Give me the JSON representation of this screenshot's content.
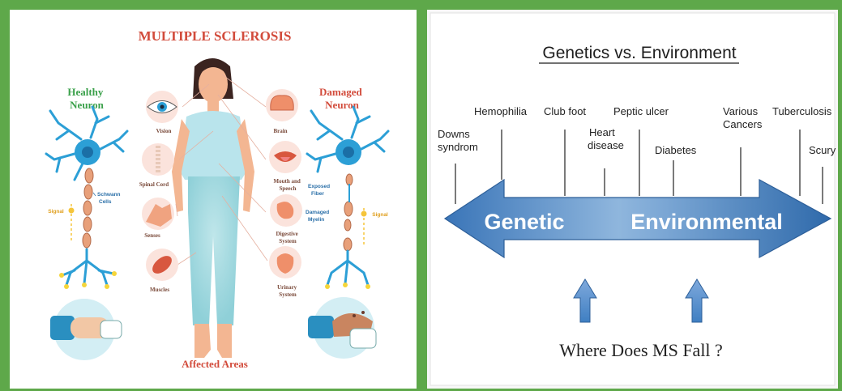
{
  "left": {
    "title": "MULTIPLE SCLEROSIS",
    "healthy_label": [
      "Healthy",
      "Neuron"
    ],
    "damaged_label": [
      "Damaged",
      "Neuron"
    ],
    "schwann_label": [
      "Schwann",
      "Cells"
    ],
    "signal_label": "Signal",
    "exposed_label": [
      "Exposed",
      "Fiber"
    ],
    "damaged_myelin_label": [
      "Damaged",
      "Myelin"
    ],
    "affected_areas": "Affected Areas",
    "areas_left": [
      "Vision",
      "Spinal Cord",
      "Senses",
      "Muscles"
    ],
    "areas_right": [
      "Brain",
      [
        "Mouth and",
        "Speech"
      ],
      [
        "Digestive",
        "System"
      ],
      [
        "Urinary",
        "System"
      ]
    ],
    "colors": {
      "title": "#d24b3b",
      "healthy": "#3aa04a",
      "damaged": "#d24b3b",
      "neuron": "#2c9fd6"
    }
  },
  "right": {
    "title": "Genetics vs. Environment",
    "genetic_label": "Genetic",
    "environmental_label": "Environmental",
    "question": "Where Does MS Fall ?",
    "conditions": [
      "Downs syndrom",
      "Hemophilia",
      "Club foot",
      "Heart disease",
      "Peptic ulcer",
      "Diabetes",
      "Various Cancers",
      "Tuberculosis",
      "Scury"
    ],
    "colors": {
      "arrow": "#3f7fc2",
      "arrow_light": "#a9c8e8",
      "arrow_text": "#ffffff"
    }
  }
}
